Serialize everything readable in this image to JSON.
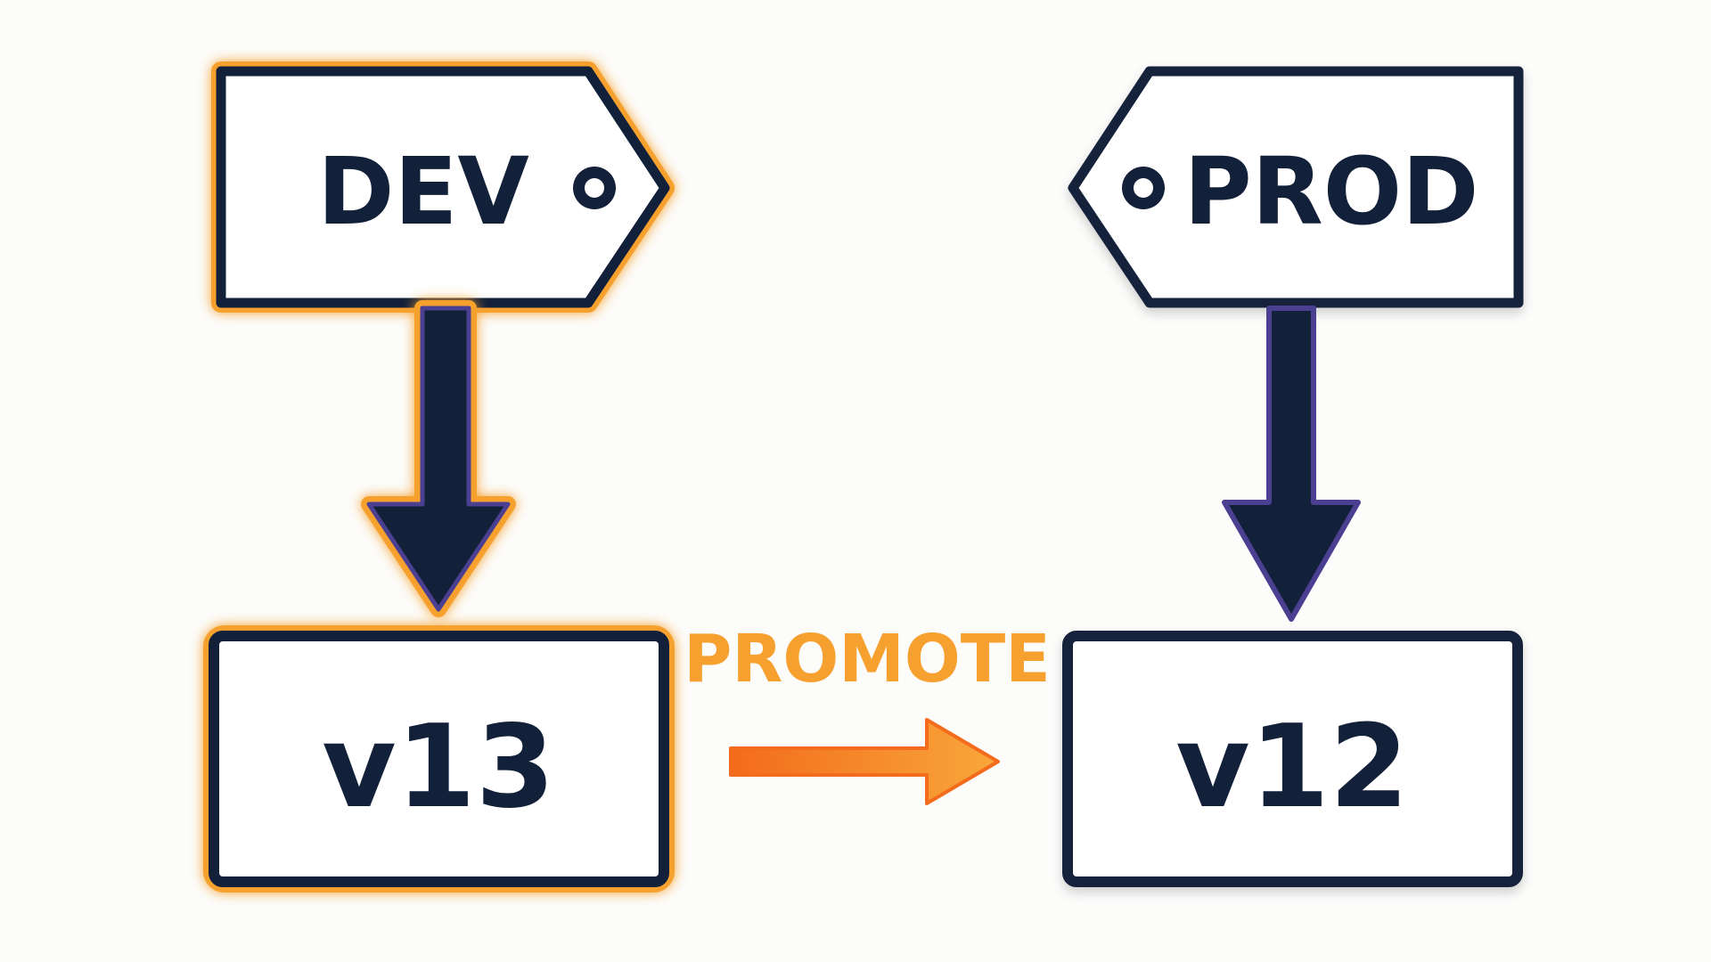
{
  "tags": {
    "dev": {
      "label": "DEV",
      "state": "highlighted"
    },
    "prod": {
      "label": "PROD",
      "state": "normal"
    }
  },
  "versions": {
    "dev": {
      "label": "v13",
      "state": "highlighted"
    },
    "prod": {
      "label": "v12",
      "state": "normal"
    }
  },
  "promote": {
    "label": "PROMOTE"
  },
  "colors": {
    "ink": "#13203a",
    "highlight": "#f6a12f",
    "glow": "#f8b24a",
    "arrow_gradient_start": "#f36b1c",
    "arrow_gradient_end": "#f8a73a",
    "violet_accent": "#4b3f91",
    "background": "#fcfcfb"
  },
  "icons": {
    "tag_hole": "circle-hole-icon"
  }
}
